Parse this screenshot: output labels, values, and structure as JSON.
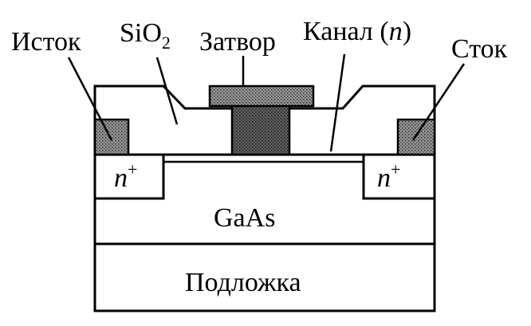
{
  "labels": {
    "source": "Исток",
    "sio2_base": "SiO",
    "sio2_sub": "2",
    "gate": "Затвор",
    "channel_text": "Канал (",
    "channel_n": "n",
    "channel_close": ")",
    "drain": "Сток",
    "n_plus_left_base": "n",
    "n_plus_left_sup": "+",
    "n_plus_right_base": "n",
    "n_plus_right_sup": "+",
    "gaas": "GaAs",
    "substrate": "Подложка"
  },
  "colors": {
    "line": "#000000",
    "fill": "#ffffff",
    "contact_hatch": "#8c8c8c",
    "gate_fill": "#6e6e6e"
  }
}
